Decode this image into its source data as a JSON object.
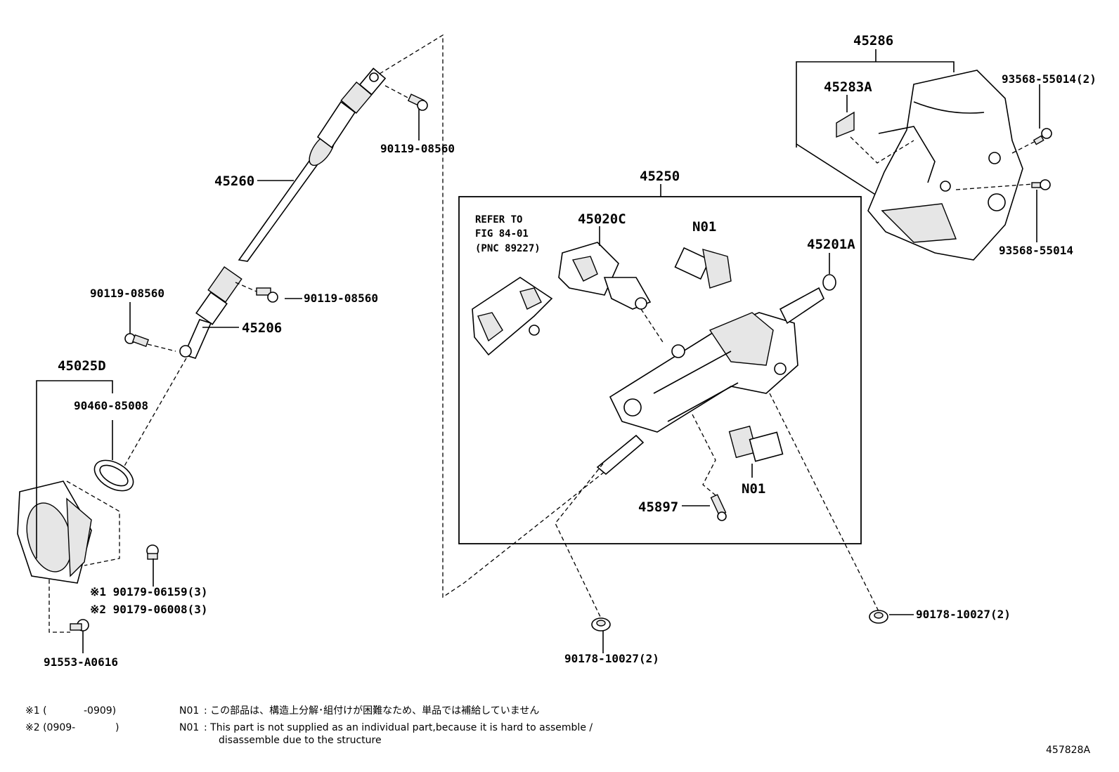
{
  "labels": {
    "p45286": "45286",
    "p45283a": "45283A",
    "p93568_2": "93568-55014(2)",
    "p93568": "93568-55014",
    "p45260": "45260",
    "p90119_top": "90119-08560",
    "p90119_left": "90119-08560",
    "p90119_right": "90119-08560",
    "p45206": "45206",
    "p45025d": "45025D",
    "p90460": "90460-85008",
    "p90179_a": "※1 90179-06159(3)",
    "p90179_b": "※2 90179-06008(3)",
    "p91553": "91553-A0616",
    "p45250": "45250",
    "refer1": "REFER TO",
    "refer2": "FIG 84-01",
    "refer3": "(PNC 89227)",
    "p45020c": "45020C",
    "n01_top": "N01",
    "p45201a": "45201A",
    "n01_bottom": "N01",
    "p45897": "45897",
    "p90178_bottom": "90178-10027(2)",
    "p90178_right": "90178-10027(2)"
  },
  "notes": {
    "mark1_sym": "※1 (",
    "mark1_range": "-0909)",
    "mark2_sym": "※2 (0909-",
    "mark2_close": ")",
    "n01_code_1": "N01",
    "n01_jp": ": この部品は、構造上分解･組付けが困難なため、単品では補給していません",
    "n01_code_2": "N01",
    "n01_en_1": ": This part is not supplied as an individual part,because it is hard to assemble /",
    "n01_en_2": "disassemble due to the structure"
  },
  "figure_id": "457828A"
}
